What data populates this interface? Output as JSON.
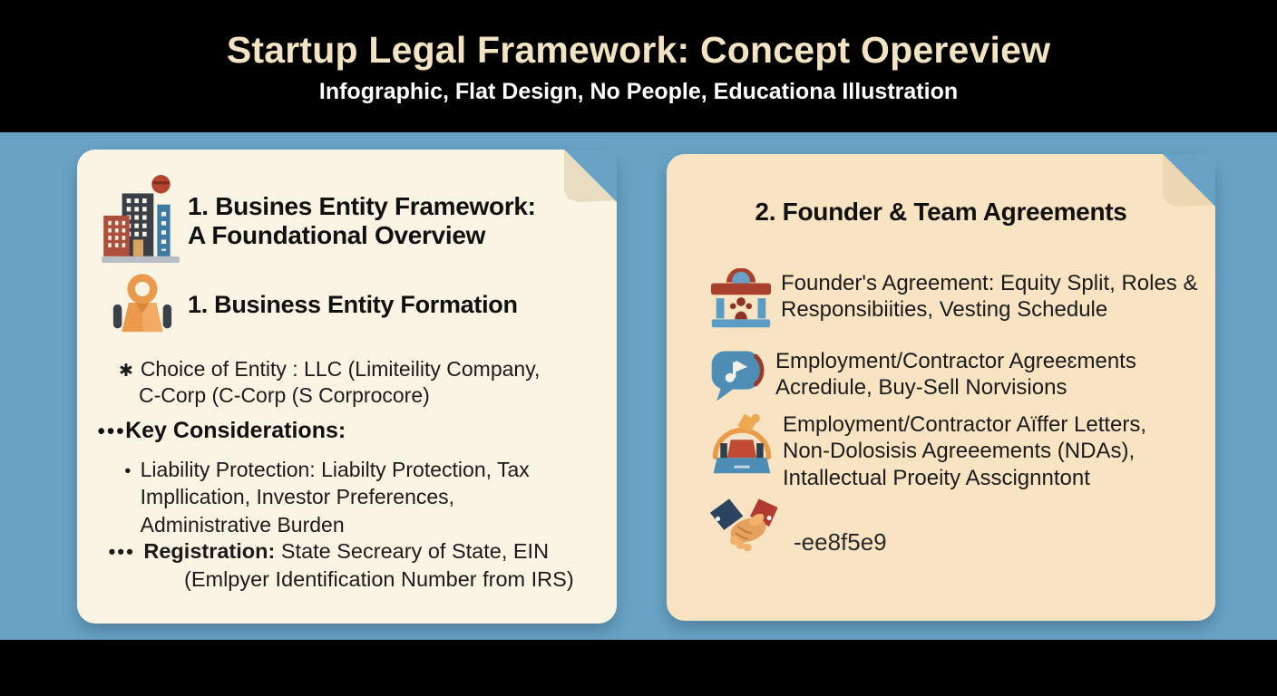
{
  "header": {
    "title": "Startup Legal Framework: Concept Opereview",
    "subtitle": "Infographic, Flat Design, No People, Educationa Illustration"
  },
  "left_card": {
    "heading_lines": [
      "1. Busines Entity Framework:",
      "A Foundational Overview"
    ],
    "subheading": "1. Business Entity Formation",
    "choice": {
      "marker": "✱",
      "line1": "Choice of Entity : LLC (Limiteility Company,",
      "line2": "C-Corp (C-Corp (S Corprocore)"
    },
    "key_considerations": {
      "marker": "●●●",
      "label": "Key Considerations:"
    },
    "liability": {
      "marker": "●",
      "line1": "Liability Protection: Liabilty Protection, Tax",
      "line2": "Impllication, Investor Preferences,",
      "line3": "Administrative Burden"
    },
    "registration": {
      "marker": "●●●",
      "label": "Registration:",
      "text1": "State Secreary of State, EIN",
      "line2": "(Emlpyer Identification Number from IRS)"
    }
  },
  "right_card": {
    "heading": "2. Founder & Team Agreements",
    "items": [
      {
        "icon": "bank-icon",
        "lines": [
          "Founder's Agreement: Equity Split, Roles &",
          "Responsibiities, Vesting Schedule"
        ]
      },
      {
        "icon": "speech-bubble-icon",
        "lines": [
          "Employment/Contractor Agreeɛments",
          "Acrediule, Buy-Sell Norvisions"
        ]
      },
      {
        "icon": "gavel-icon",
        "lines": [
          "Employment/Contractor Aïffer Letters,",
          "Non-Dolosisis Agreeements (NDAs),",
          "Intallectual Proeity Asscignntont"
        ]
      },
      {
        "icon": "handshake-icon",
        "lines": [
          "-ee8f5e9"
        ]
      }
    ]
  },
  "icons": {
    "building": "building-icon",
    "person": "person-icon",
    "bank": "bank-icon",
    "speech_bubble": "speech-bubble-icon",
    "gavel": "gavel-icon",
    "handshake": "handshake-icon"
  },
  "colors": {
    "background_blue": "#68a3c6",
    "band_black": "#000000",
    "title_cream": "#f2e3c2",
    "subtitle_white": "#ffffff",
    "card_left": "#faf4e4",
    "card_left_fold": "#e8dcc1",
    "card_right": "#f8e4c3",
    "card_right_fold": "#eed8b4",
    "text_dark": "#1b1b1b",
    "icon_orange": "#eb9a4b",
    "icon_brick": "#ad4f3a",
    "icon_navy": "#2b4560",
    "icon_steel_blue": "#4e8db6",
    "icon_dark_red": "#a8422f"
  }
}
